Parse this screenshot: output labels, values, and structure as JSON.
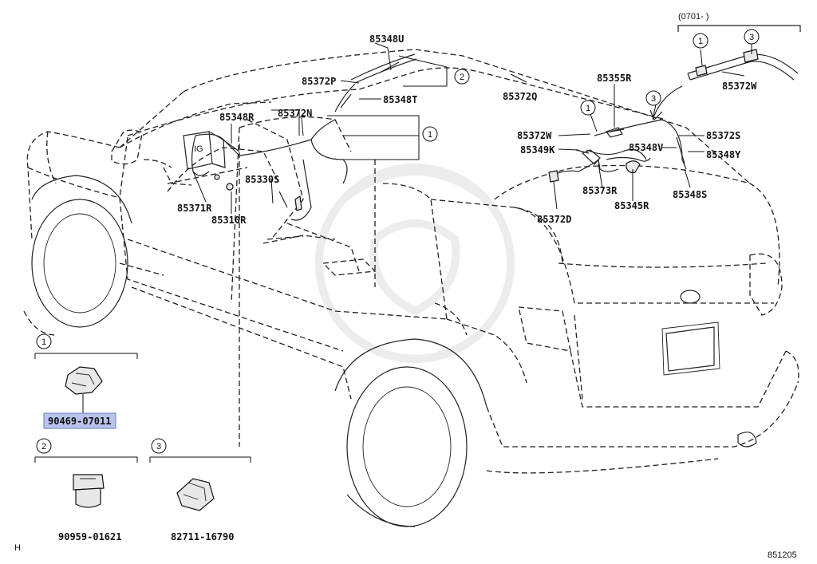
{
  "callouts": [
    {
      "id": "85348U",
      "text": "85348U"
    },
    {
      "id": "85372P",
      "text": "85372P"
    },
    {
      "id": "85348T",
      "text": "85348T"
    },
    {
      "id": "85372Q",
      "text": "85372Q"
    },
    {
      "id": "85348R",
      "text": "85348R"
    },
    {
      "id": "85372N",
      "text": "85372N"
    },
    {
      "id": "85330S",
      "text": "85330S"
    },
    {
      "id": "85371R",
      "text": "85371R"
    },
    {
      "id": "85310R",
      "text": "85310R"
    },
    {
      "id": "85355R",
      "text": "85355R"
    },
    {
      "id": "85372W-a",
      "text": "85372W"
    },
    {
      "id": "85349K",
      "text": "85349K"
    },
    {
      "id": "85348V",
      "text": "85348V"
    },
    {
      "id": "85372S",
      "text": "85372S"
    },
    {
      "id": "85348Y",
      "text": "85348Y"
    },
    {
      "id": "85348S",
      "text": "85348S"
    },
    {
      "id": "85373R",
      "text": "85373R"
    },
    {
      "id": "85345R",
      "text": "85345R"
    },
    {
      "id": "85372D",
      "text": "85372D"
    },
    {
      "id": "85372W-b",
      "text": "85372W"
    }
  ],
  "date_code": "(0701-      )",
  "circle_refs": {
    "one": "1",
    "two": "2",
    "three": "3"
  },
  "legend": [
    {
      "ref": "1",
      "part_no": "90469-07011",
      "highlighted": true
    },
    {
      "ref": "2",
      "part_no": "90959-01621",
      "highlighted": false
    },
    {
      "ref": "3",
      "part_no": "82711-16790",
      "highlighted": false
    }
  ],
  "corner_left": "H",
  "corner_right": "851205",
  "highlight_color": "#b9c3ec"
}
